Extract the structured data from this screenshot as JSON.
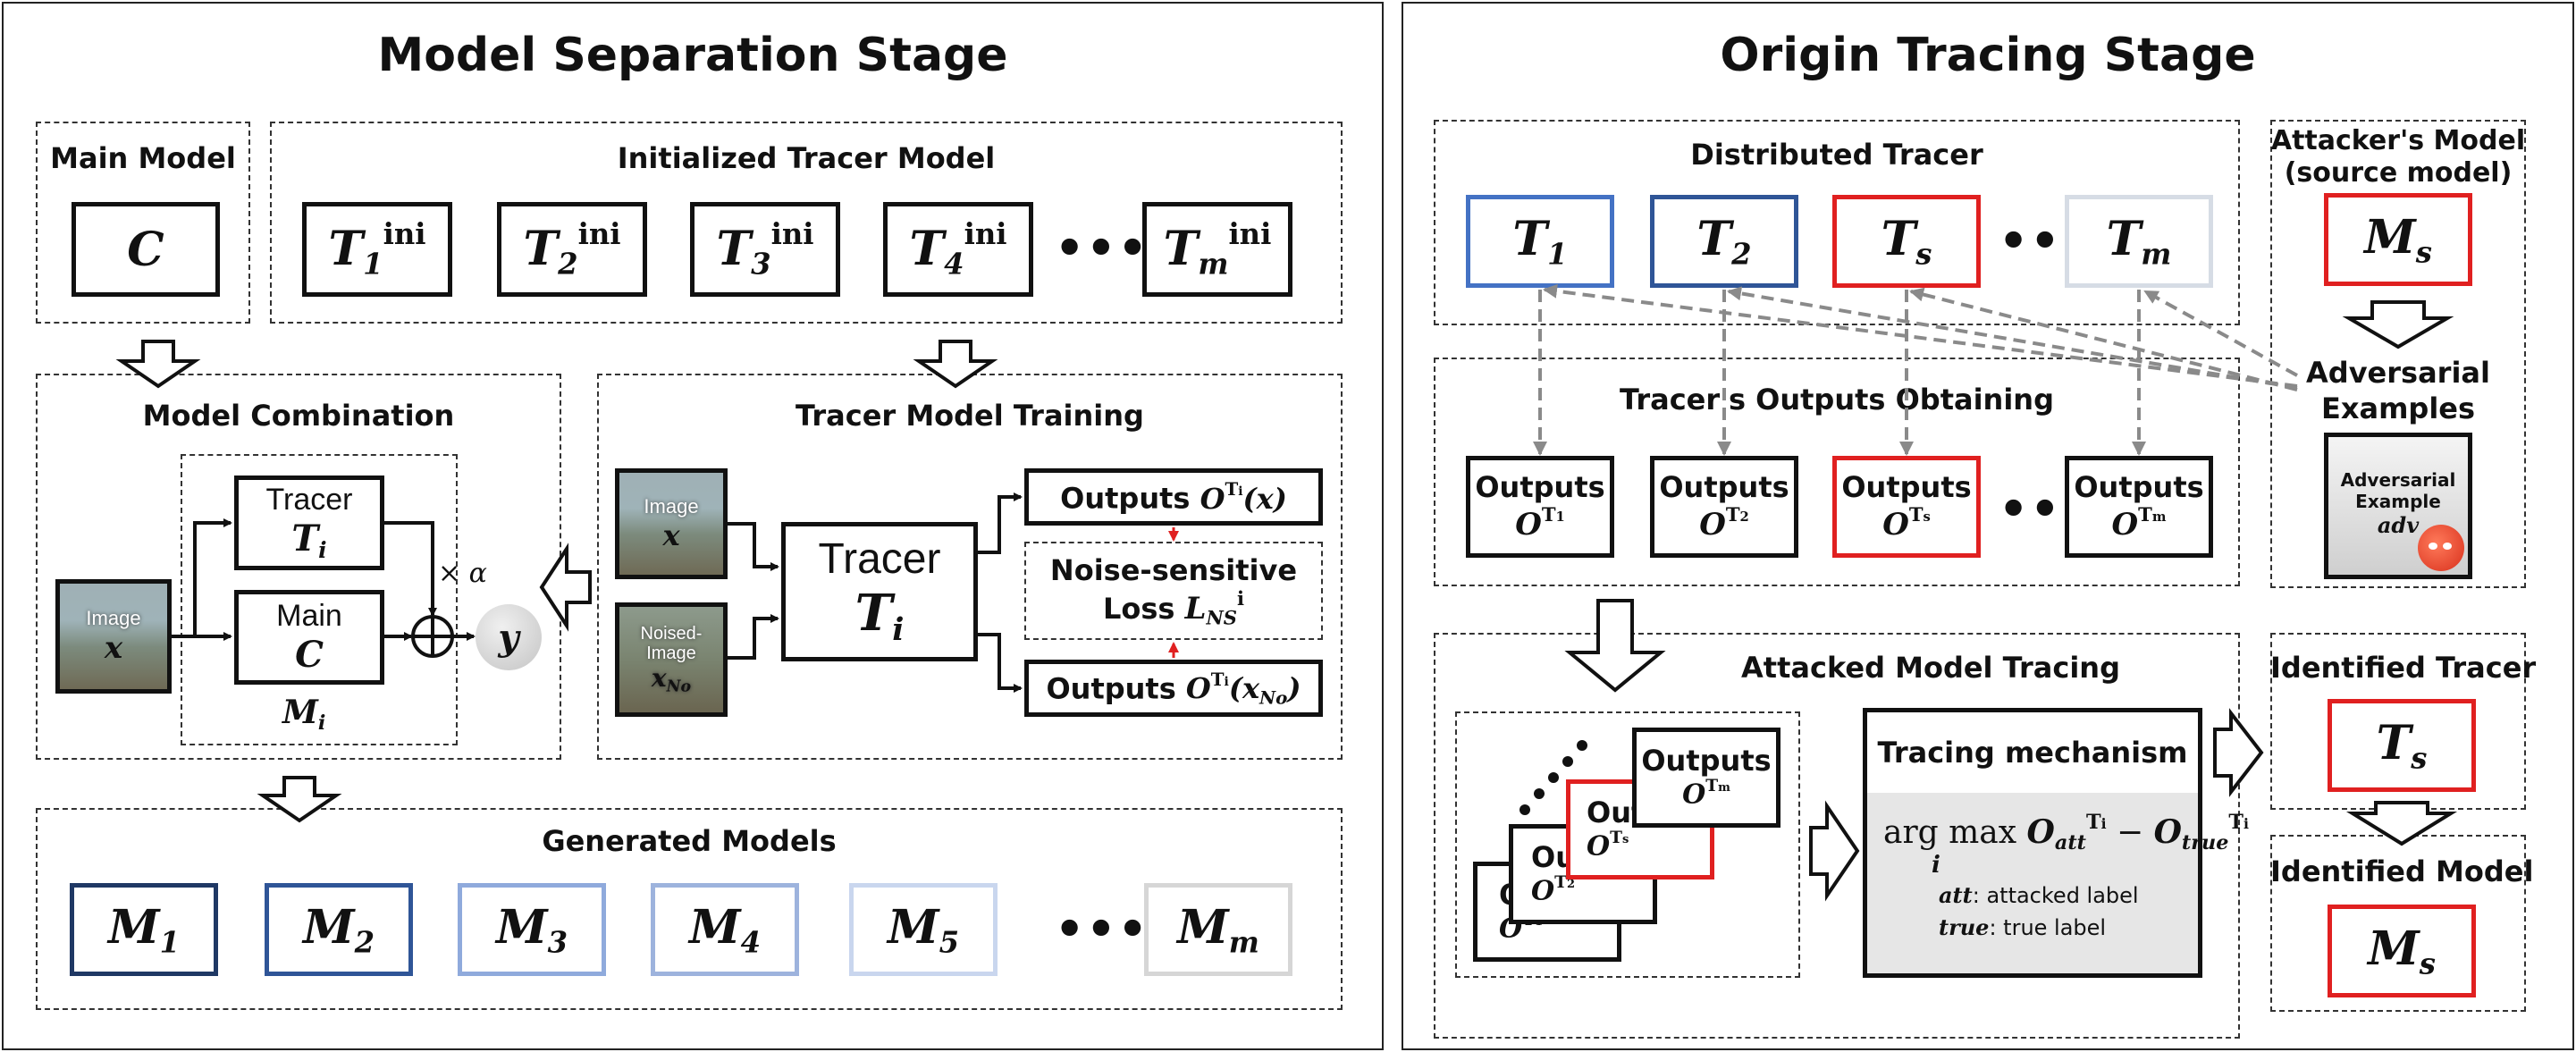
{
  "left": {
    "title": "Model Separation Stage",
    "main_model_label": "Main Model",
    "main_model_symbol": "C",
    "initialized_tracer_label": "Initialized Tracer Model",
    "tracer_letter": "T",
    "ini_sup": "ini",
    "ini_subs": [
      "1",
      "2",
      "3",
      "4",
      "m"
    ],
    "dots": "•••",
    "model_combination_label": "Model Combination",
    "image_label": "Image",
    "image_var": "x",
    "tracer_word": "Tracer",
    "tracer_sub": "i",
    "main_word": "Main",
    "main_symbol": "C",
    "combined_model": "M",
    "combined_sub": "i",
    "alpha": "× α",
    "y": "y",
    "tracer_training_label": "Tracer Model Training",
    "noised_image_label": "Noised-Image",
    "noised_var": "x",
    "noised_sub": "No",
    "outputs_word": "Outputs",
    "outputs_O": "O",
    "outputs_arg_x": "(x)",
    "outputs_arg_xno": "(x",
    "loss_title": "Noise-sensitive",
    "loss_word": "Loss",
    "loss_symbol": "L",
    "loss_sup": "i",
    "loss_sub": "NS",
    "generated_models_label": "Generated Models",
    "gen_letter": "M",
    "gen_subs": [
      "1",
      "2",
      "3",
      "4",
      "5",
      "m"
    ],
    "gen_colors": [
      "#1f3864",
      "#2f5597",
      "#8faadc",
      "#9db3dd",
      "#c9d6ee",
      "#d6d6d6"
    ]
  },
  "right": {
    "title": "Origin Tracing Stage",
    "distributed_tracer_label": "Distributed Tracer",
    "tracer_letter": "T",
    "tracer_subs": [
      "1",
      "2",
      "s",
      "m"
    ],
    "tracer_colors": [
      "#4472c4",
      "#2f5597",
      "#e02020",
      "#d6dce5"
    ],
    "dots": "•••",
    "attacker_label_1": "Attacker's Model",
    "attacker_label_2": "(source model)",
    "attacker_symbol": "M",
    "attacker_sub": "s",
    "adv_label_1": "Adversarial",
    "adv_label_2": "Examples",
    "adv_card_1": "Adversarial",
    "adv_card_2": "Example",
    "adv_card_var": "adv",
    "outputs_obtaining_label": "Tracer's Outputs Obtaining",
    "outputs_word": "Outputs",
    "outputs_O": "O",
    "output_subs": [
      "1",
      "2",
      "s",
      "m"
    ],
    "attacked_tracing_label": "Attacked Model Tracing",
    "stack_front_label": "Outputs",
    "stack_front_sub": "m",
    "stack_mid_label": "Out",
    "stack_mid_sub": "s",
    "stack_2_label": "Ou",
    "stack_2_sub": "2",
    "stack_1_label": "O",
    "stack_1_sub": "1",
    "mechanism_title": "Tracing mechanism",
    "argmax": "arg max",
    "argmax_sub": "i",
    "formula_att": "att",
    "formula_true": "true",
    "legend_att_key": "att",
    "legend_att_text": ": attacked label",
    "legend_true_key": "true",
    "legend_true_text": ": true label",
    "identified_tracer_label": "Identified Tracer",
    "identified_tracer_symbol": "T",
    "identified_tracer_sub": "s",
    "identified_model_label": "Identified Model",
    "identified_model_symbol": "M",
    "identified_model_sub": "s"
  }
}
